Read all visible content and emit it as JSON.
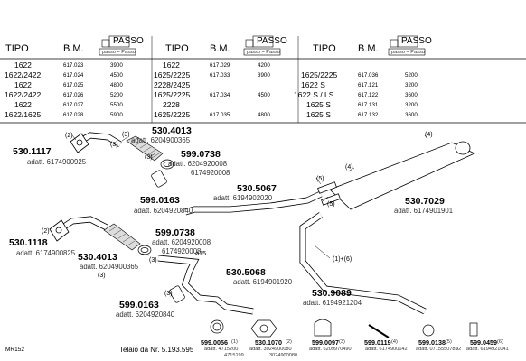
{
  "tables": [
    {
      "header": {
        "tipo": "TIPO",
        "bm": "B.M.",
        "passo": "PASSO"
      },
      "rows": [
        {
          "tipo": "1622",
          "bm": "617.023",
          "passo": "3900"
        },
        {
          "tipo": "1622/2422",
          "bm": "617.024",
          "passo": "4500"
        },
        {
          "tipo": "1622",
          "bm": "617.025",
          "passo": "4800"
        },
        {
          "tipo": "1622/2422",
          "bm": "617.026",
          "passo": "5200"
        },
        {
          "tipo": "1622",
          "bm": "617.027",
          "passo": "5500"
        },
        {
          "tipo": "1622/1625",
          "bm": "617.028",
          "passo": "5900"
        }
      ]
    },
    {
      "header": {
        "tipo": "TIPO",
        "bm": "B.M.",
        "passo": "PASSO"
      },
      "rows": [
        {
          "tipo": "1622",
          "bm": "617.029",
          "passo": "4200"
        },
        {
          "tipo": "1625/2225",
          "bm": "617.033",
          "passo": "3900"
        },
        {
          "tipo": "2228/2425",
          "bm": "",
          "passo": ""
        },
        {
          "tipo": "1625/2225",
          "bm": "617.034",
          "passo": "4500"
        },
        {
          "tipo": "2228",
          "bm": "",
          "passo": ""
        },
        {
          "tipo": "1625/2225",
          "bm": "617.035",
          "passo": "4800"
        }
      ]
    },
    {
      "header": {
        "tipo": "TIPO",
        "bm": "B.M.",
        "passo": "PASSO"
      },
      "rows": [
        {
          "tipo": "1625/2225",
          "bm": "617.036",
          "passo": "5200"
        },
        {
          "tipo": "1622 S",
          "bm": "617.121",
          "passo": "3200"
        },
        {
          "tipo": "1622 S / LS",
          "bm": "617.122",
          "passo": "3600"
        },
        {
          "tipo": "1625 S",
          "bm": "617.131",
          "passo": "3200"
        },
        {
          "tipo": "1625 S",
          "bm": "617.132",
          "passo": "3600"
        }
      ]
    }
  ],
  "passo_icon_caption": "passo = Passo",
  "parts": [
    {
      "code": "530.1117",
      "callout": "(2)",
      "adatt": "adatt. 6174900925"
    },
    {
      "code": "530.4013",
      "callout": "(3)",
      "adatt": "adatt. 6204900365"
    },
    {
      "code": "599.0738",
      "callout": "(3)",
      "adatt": "adatt. 6204920008",
      "adatt2": "6174920008"
    },
    {
      "code": "599.0163",
      "callout": "(3)",
      "adatt": "adatt. 6204920840"
    },
    {
      "code": "530.5067",
      "callout": "(5)",
      "adatt": "adatt. 6194902020"
    },
    {
      "code": "530.7029",
      "callout": "(4)",
      "adatt": "adatt. 6174901901"
    },
    {
      "code": "530.1118",
      "callout": "(2)",
      "adatt": "adatt. 6174900825"
    },
    {
      "code": "599.0738",
      "callout": "(3)",
      "adatt": "adatt. 6204920008",
      "adatt2": "6174920008"
    },
    {
      "code": "530.4013",
      "callout": "(3)",
      "adatt": "adatt. 6204900365"
    },
    {
      "code": "530.5068",
      "callout": "ø75",
      "adatt": "adatt. 6194901920"
    },
    {
      "code": "599.0163",
      "callout": "(3)",
      "adatt": "adatt. 6204920840"
    },
    {
      "code": "530.9089",
      "callout": "(1)+(6)",
      "adatt": "adatt. 6194921204"
    }
  ],
  "extra_callouts": [
    "(4)",
    "(5)",
    "(5)",
    "(3)",
    "(3)"
  ],
  "accessories": [
    {
      "code": "599.0056",
      "n": "(1)",
      "adatt": "adatt. 4715200",
      "adatt2": "4715199"
    },
    {
      "code": "530.1070",
      "n": "(2)",
      "adatt": "adatt. 3024900080",
      "adatt2": "3024900080"
    },
    {
      "code": "599.0097",
      "n": "(3)",
      "adatt": "adatt. 6209970490",
      "adatt2": ""
    },
    {
      "code": "599.0119",
      "n": "(4)",
      "adatt": "adatt. 6174900142",
      "adatt2": ""
    },
    {
      "code": "599.0138",
      "n": "(5)",
      "adatt": "adatt. 0715550785",
      "adatt2": "02"
    },
    {
      "code": "599.0459",
      "n": "(6)",
      "adatt": "adatt. 6194921041",
      "adatt2": ""
    }
  ],
  "footer": {
    "ref": "MR152",
    "telaio": "Telaio da Nr. 5.193.595"
  }
}
